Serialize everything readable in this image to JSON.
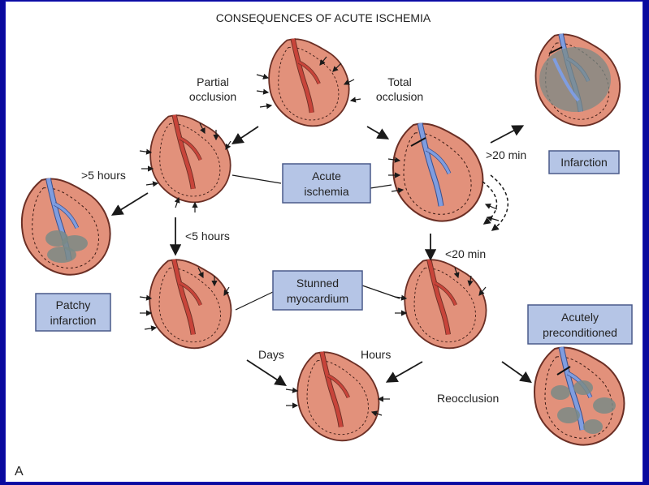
{
  "title": "CONSEQUENCES OF ACUTE ISCHEMIA",
  "panel_letter": "A",
  "colors": {
    "background_frame": "#0a0a9e",
    "heart_fill": "#e2917b",
    "heart_outline": "#6b2f25",
    "artery_red": "#c8443a",
    "artery_blue": "#6f8fd6",
    "infarct_gray": "#7a8a86",
    "box_fill": "#b5c5e6",
    "box_border": "#4a5a8a"
  },
  "edge_labels": {
    "partial_occlusion_1": "Partial",
    "partial_occlusion_2": "occlusion",
    "total_occlusion_1": "Total",
    "total_occlusion_2": "occlusion",
    "gt5h": ">5 hours",
    "lt5h": "<5 hours",
    "gt20min": ">20 min",
    "lt20min": "<20 min",
    "days": "Days",
    "hours": "Hours",
    "reocclusion": "Reocclusion"
  },
  "boxes": {
    "acute_ischemia_1": "Acute",
    "acute_ischemia_2": "ischemia",
    "stunned_1": "Stunned",
    "stunned_2": "myocardium",
    "infarction": "Infarction",
    "patchy_1": "Patchy",
    "patchy_2": "infarction",
    "precond_1": "Acutely",
    "precond_2": "preconditioned"
  }
}
